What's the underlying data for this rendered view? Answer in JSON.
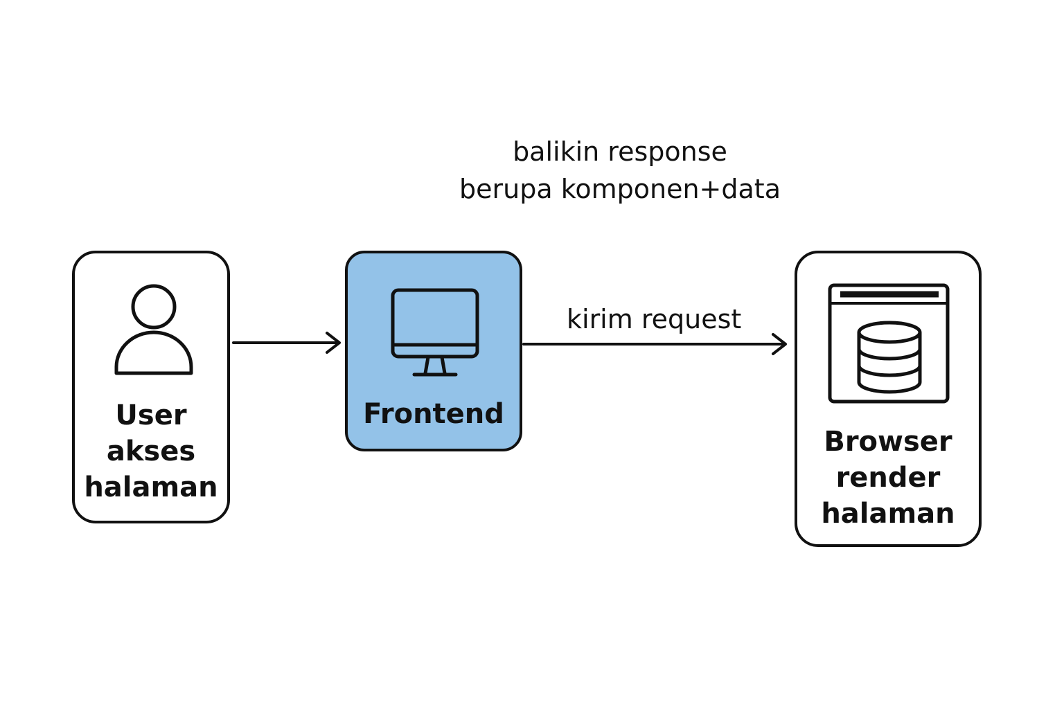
{
  "nodes": {
    "user": {
      "label": "User\nakses\nhalaman",
      "icon": "user-icon"
    },
    "frontend": {
      "label": "Frontend",
      "icon": "monitor-icon"
    },
    "browser": {
      "label": "Browser\nrender\nhalaman",
      "icon": "browser-database-icon"
    }
  },
  "edges": {
    "request": {
      "label": "kirim request"
    },
    "response": {
      "label": "balikin response\nberupa komponen+data"
    }
  },
  "colors": {
    "frontend_fill": "#93c2e8",
    "stroke": "#111111",
    "background": "#ffffff"
  }
}
